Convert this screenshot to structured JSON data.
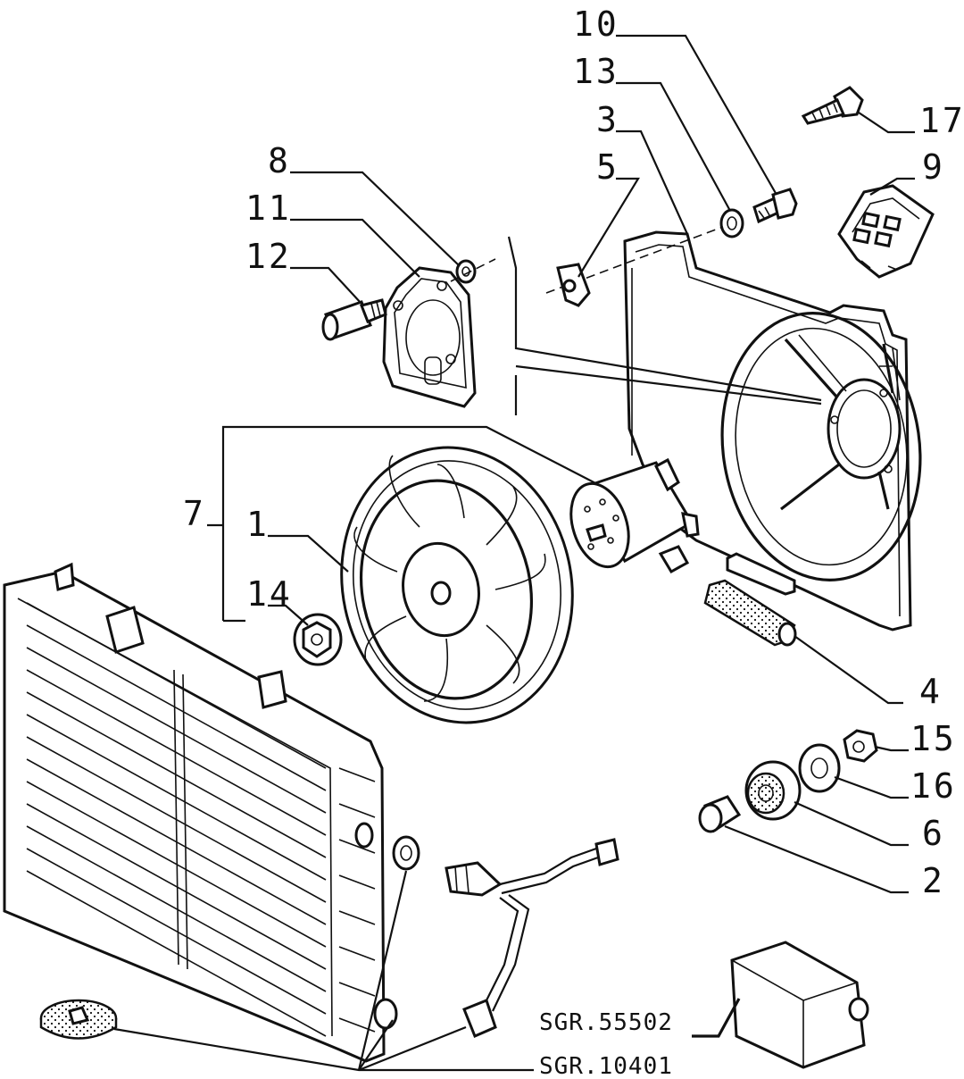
{
  "diagram": {
    "part_numbers": [
      "10",
      "13",
      "3",
      "17",
      "8",
      "5",
      "9",
      "11",
      "12",
      "7",
      "1",
      "14",
      "4",
      "15",
      "16",
      "6",
      "2"
    ],
    "reference_codes": [
      "SGR.55502",
      "SGR.10401"
    ]
  },
  "labels": {
    "p10": "10",
    "p13": "13",
    "p3": "3",
    "p17": "17",
    "p8": "8",
    "p5": "5",
    "p9": "9",
    "p11": "11",
    "p12": "12",
    "p7": "7",
    "p1": "1",
    "p14": "14",
    "p4": "4",
    "p15": "15",
    "p16": "16",
    "p6": "6",
    "p2": "2",
    "sgr55502": "SGR.55502",
    "sgr10401": "SGR.10401"
  }
}
